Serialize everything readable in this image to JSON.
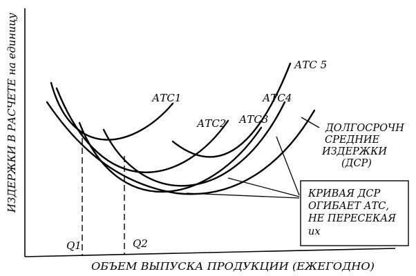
{
  "axes": {
    "y_label": "ИЗДЕРЖКИ В РАСЧЕТЕ на единицу",
    "x_label": "ОБЪЕМ ВЫПУСКА ПРОДУКЦИИ (ЕЖЕГОДНО)"
  },
  "markers": {
    "q1": "Q1",
    "q2": "Q2"
  },
  "curve_labels": {
    "atc1": "АТС1",
    "atc2": "АТС2",
    "atc3": "АТС3",
    "atc4": "АТС4",
    "atc5": "АТС 5"
  },
  "lrac_label": {
    "line1": "ДОЛГОСРОЧН",
    "line2": "СРЕДНИЕ",
    "line3": "ИЗДЕРЖКИ",
    "line4": "(ДСР)"
  },
  "note_box": {
    "line1": "КРИВАЯ ДСР",
    "line2": "ОГИБАЕТ АТС,",
    "line3": "НЕ ПЕРЕСЕКАЯ",
    "line4": "их"
  }
}
